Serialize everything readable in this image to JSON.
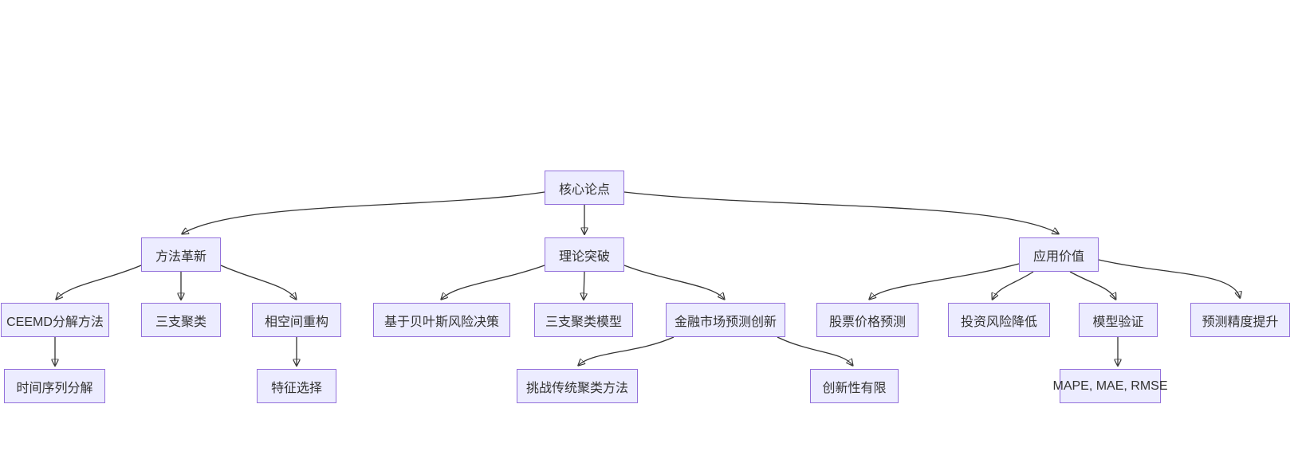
{
  "diagram": {
    "type": "flowchart-top-down",
    "colors": {
      "background": "#ffffff",
      "node_fill": "#ECECFF",
      "node_border": "#9370DB",
      "node_text": "#333333",
      "edge": "#333333"
    },
    "nodes": {
      "core": {
        "label": "核心论点"
      },
      "method": {
        "label": "方法革新"
      },
      "theory": {
        "label": "理论突破"
      },
      "value": {
        "label": "应用价值"
      },
      "ceemd": {
        "label": "CEEMD分解方法"
      },
      "three_way": {
        "label": "三支聚类"
      },
      "phase": {
        "label": "相空间重构"
      },
      "bayes": {
        "label": "基于贝叶斯风险决策"
      },
      "three_model": {
        "label": "三支聚类模型"
      },
      "finance": {
        "label": "金融市场预测创新"
      },
      "stock": {
        "label": "股票价格预测"
      },
      "risk": {
        "label": "投资风险降低"
      },
      "validation": {
        "label": "模型验证"
      },
      "accuracy": {
        "label": "预测精度提升"
      },
      "timeseries": {
        "label": "时间序列分解"
      },
      "feature": {
        "label": "特征选择"
      },
      "challenge": {
        "label": "挑战传统聚类方法"
      },
      "limited": {
        "label": "创新性有限"
      },
      "metrics": {
        "label": "MAPE, MAE, RMSE"
      }
    },
    "edges": [
      {
        "from": "core",
        "to": "method"
      },
      {
        "from": "core",
        "to": "theory"
      },
      {
        "from": "core",
        "to": "value"
      },
      {
        "from": "method",
        "to": "ceemd"
      },
      {
        "from": "method",
        "to": "three_way"
      },
      {
        "from": "method",
        "to": "phase"
      },
      {
        "from": "theory",
        "to": "bayes"
      },
      {
        "from": "theory",
        "to": "three_model"
      },
      {
        "from": "theory",
        "to": "finance"
      },
      {
        "from": "value",
        "to": "stock"
      },
      {
        "from": "value",
        "to": "risk"
      },
      {
        "from": "value",
        "to": "validation"
      },
      {
        "from": "value",
        "to": "accuracy"
      },
      {
        "from": "ceemd",
        "to": "timeseries"
      },
      {
        "from": "phase",
        "to": "feature"
      },
      {
        "from": "finance",
        "to": "challenge"
      },
      {
        "from": "finance",
        "to": "limited"
      },
      {
        "from": "validation",
        "to": "metrics"
      }
    ]
  }
}
